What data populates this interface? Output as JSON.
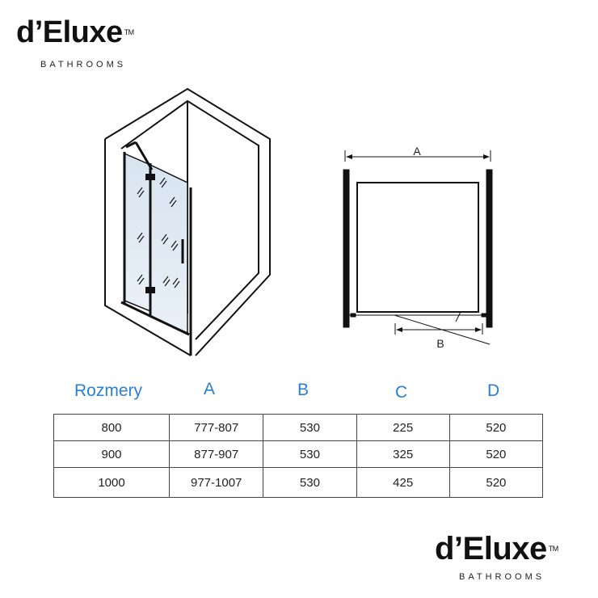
{
  "logo": {
    "brand": "d’Eluxe",
    "tm": "TM",
    "subtitle": "BATHROOMS"
  },
  "diagram": {
    "label_a": "A",
    "label_b": "B"
  },
  "table": {
    "headers": [
      "Rozmery",
      "A",
      "B",
      "C",
      "D"
    ],
    "rows": [
      [
        "800",
        "777-807",
        "530",
        "225",
        "520"
      ],
      [
        "900",
        "877-907",
        "530",
        "325",
        "520"
      ],
      [
        "1000",
        "977-1007",
        "530",
        "425",
        "520"
      ]
    ]
  },
  "colors": {
    "header_blue": "#2a7fd0",
    "line": "#111111"
  }
}
